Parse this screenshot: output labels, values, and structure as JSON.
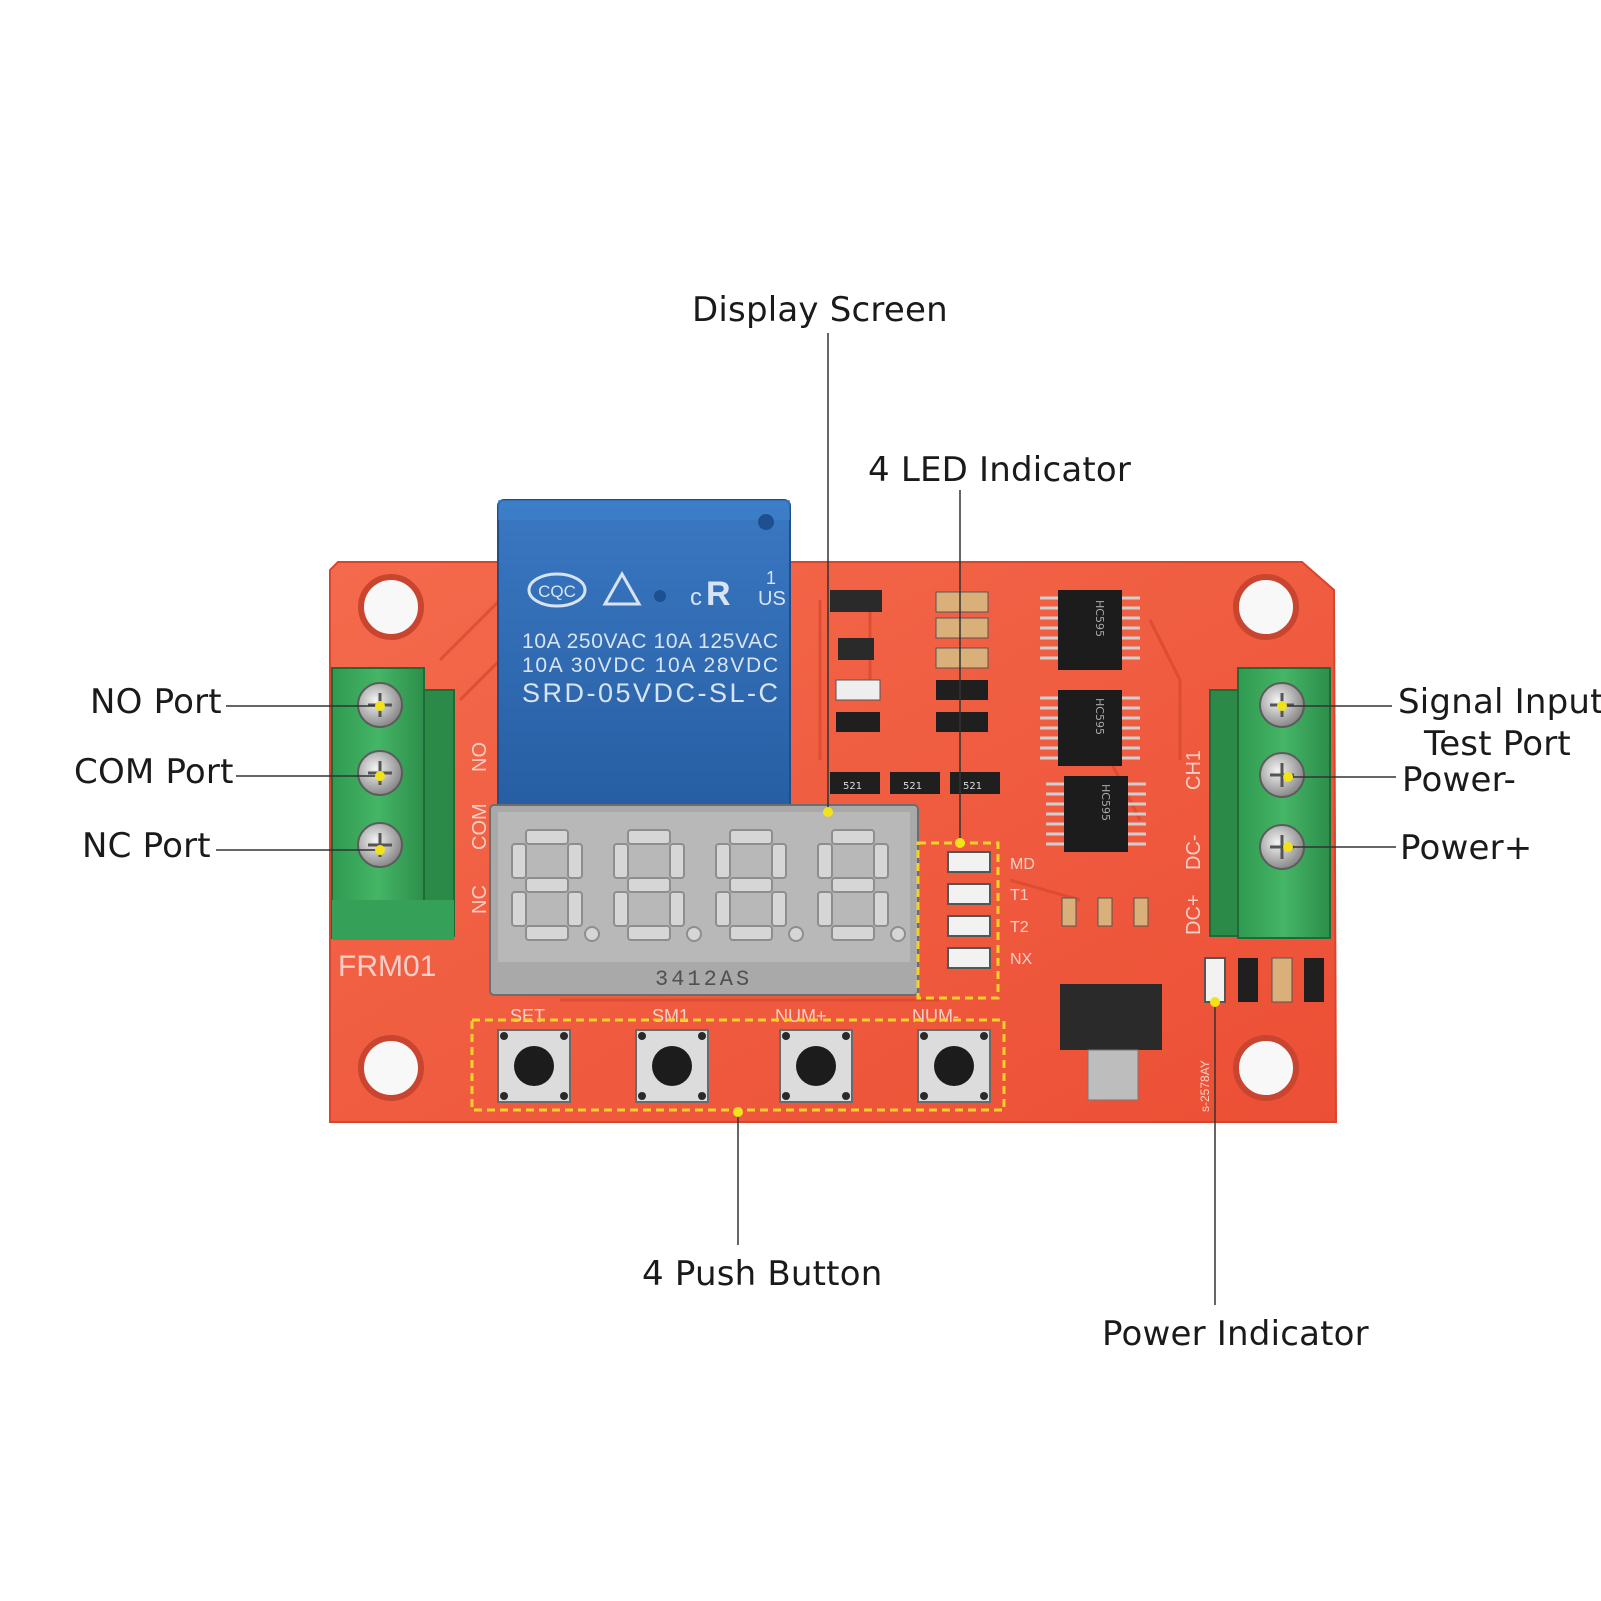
{
  "callouts": {
    "display_screen": "Display Screen",
    "led_indicator": "4 LED Indicator",
    "no_port": "NO Port",
    "com_port": "COM Port",
    "nc_port": "NC Port",
    "signal_input": "Signal Input",
    "test_port": "Test Port",
    "power_minus": "Power-",
    "power_plus": "Power+",
    "push_button": "4 Push Button",
    "power_indicator": "Power Indicator"
  },
  "board": {
    "model": "FRM01",
    "terminal_labels_left": [
      "NO",
      "COM",
      "NC"
    ],
    "terminal_labels_right": [
      "CH1",
      "DC-",
      "DC+"
    ],
    "led_labels": [
      "MD",
      "T1",
      "T2",
      "NX"
    ],
    "button_labels": [
      "SET",
      "SM1",
      "NUM+",
      "NUM-"
    ],
    "display_part": "3412AS",
    "side_mark": "s-2578AY",
    "ic_labels": [
      "HC595",
      "HC595",
      "HC595"
    ],
    "resistor_code": "521",
    "pcb_color": "#f25a3e",
    "terminal_color": "#3aa55c",
    "relay_color": "#2f6bb5",
    "highlight_color": "#f2d22a"
  },
  "relay": {
    "logos": [
      "CQC",
      "c",
      "US",
      "1"
    ],
    "line1": "10A 250VAC  10A 125VAC",
    "line2": "10A  30VDC  10A  28VDC",
    "model": "SRD-05VDC-SL-C"
  }
}
